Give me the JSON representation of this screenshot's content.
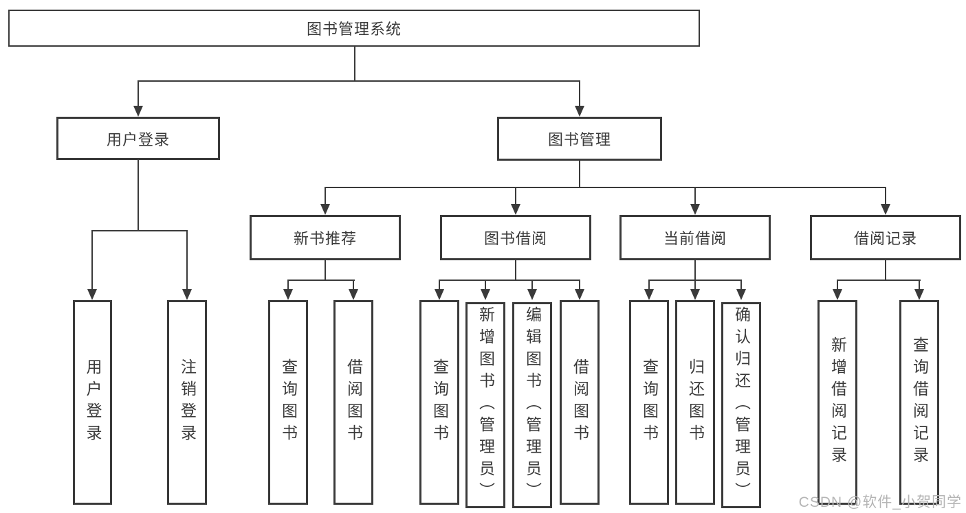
{
  "tree": {
    "label": "图书管理系统",
    "children": [
      {
        "label": "用户登录",
        "children": [
          {
            "label": "用户登录"
          },
          {
            "label": "注销登录"
          }
        ]
      },
      {
        "label": "图书管理",
        "children": [
          {
            "label": "新书推荐",
            "children": [
              {
                "label": "查询图书"
              },
              {
                "label": "借阅图书"
              }
            ]
          },
          {
            "label": "图书借阅",
            "children": [
              {
                "label": "查询图书"
              },
              {
                "label": "新增图书（管理员）"
              },
              {
                "label": "编辑图书（管理员）"
              },
              {
                "label": "借阅图书"
              }
            ]
          },
          {
            "label": "当前借阅",
            "children": [
              {
                "label": "查询图书"
              },
              {
                "label": "归还图书"
              },
              {
                "label": "确认归还（管理员）"
              }
            ]
          },
          {
            "label": "借阅记录",
            "children": [
              {
                "label": "新增借阅记录"
              },
              {
                "label": "查询借阅记录"
              }
            ]
          }
        ]
      }
    ]
  },
  "watermark": {
    "text": "CSDN @软件_小贺同学"
  },
  "colors": {
    "line": "#3a3a3a",
    "text": "#3a3a3a",
    "watermark": "#b5b5b5",
    "background": "#ffffff"
  }
}
